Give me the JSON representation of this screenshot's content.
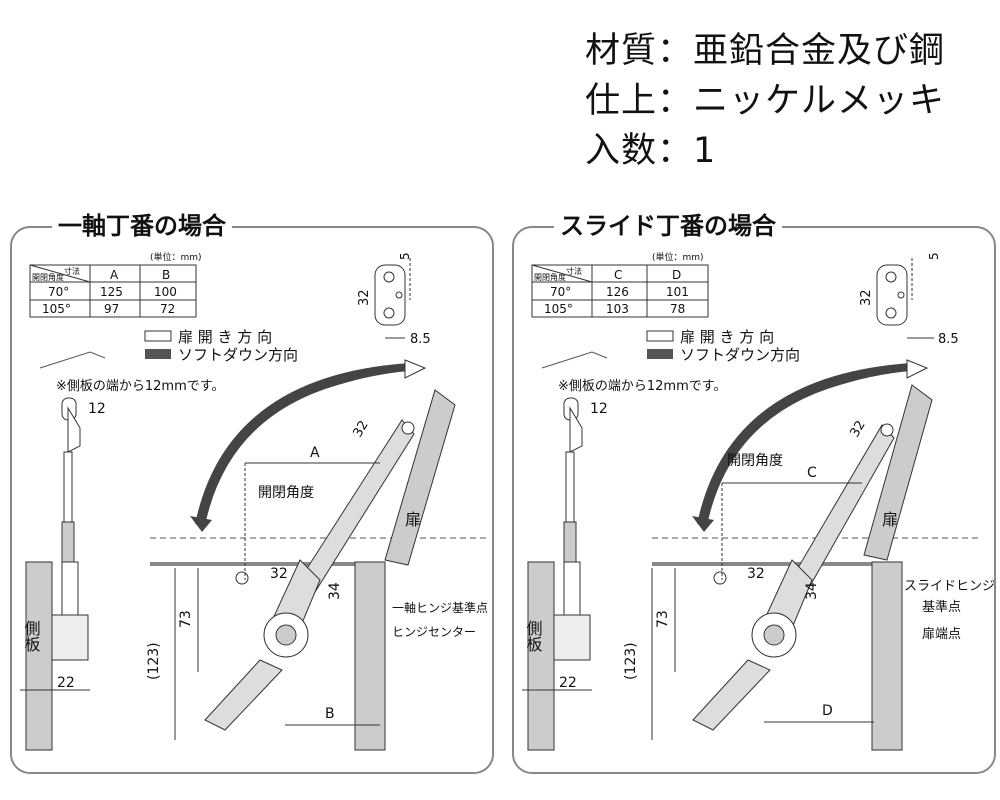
{
  "spec": {
    "material": "材質：亜鉛合金及び鋼",
    "finish": "仕上：ニッケルメッキ",
    "quantity": "入数：1"
  },
  "left": {
    "title": "一軸丁番の場合",
    "unit": "(単位：mm)",
    "table_header_angle": "開閉角度",
    "table_header_dim": "寸法",
    "col1": "A",
    "col2": "B",
    "rows": [
      {
        "angle": "70°",
        "v1": "125",
        "v2": "100"
      },
      {
        "angle": "105°",
        "v1": "97",
        "v2": "72"
      }
    ],
    "legend_open": "扉 開 き 方 向",
    "legend_soft": "ソフトダウン方向",
    "note": "※側板の端から12mmです。",
    "dim_12": "12",
    "dim_32_top": "32",
    "dim_5": "5",
    "dim_85": "8.5",
    "dim_A": "A",
    "dim_B": "B",
    "dim_32_arm": "32",
    "dim_32_base": "32",
    "dim_34": "34",
    "dim_73": "73",
    "dim_123": "(123)",
    "dim_22": "22",
    "angle_label": "開閉角度",
    "door_label": "扉",
    "side_label": "側板",
    "ref_line1": "一軸ヒンジ基準点",
    "ref_line2": "ヒンジセンター"
  },
  "right": {
    "title": "スライド丁番の場合",
    "unit": "(単位：mm)",
    "table_header_angle": "開閉角度",
    "table_header_dim": "寸法",
    "col1": "C",
    "col2": "D",
    "rows": [
      {
        "angle": "70°",
        "v1": "126",
        "v2": "101"
      },
      {
        "angle": "105°",
        "v1": "103",
        "v2": "78"
      }
    ],
    "legend_open": "扉 開 き 方 向",
    "legend_soft": "ソフトダウン方向",
    "note": "※側板の端から12mmです。",
    "dim_12": "12",
    "dim_32_top": "32",
    "dim_5": "5",
    "dim_85": "8.5",
    "dim_A": "C",
    "dim_B": "D",
    "dim_32_arm": "32",
    "dim_32_base": "32",
    "dim_34": "34",
    "dim_73": "73",
    "dim_123": "(123)",
    "dim_22": "22",
    "angle_label": "開閉角度",
    "door_label": "扉",
    "side_label": "側板",
    "ref_line1": "スライドヒンジ",
    "ref_line2": "基準点",
    "ref_line3": "扉端点"
  }
}
